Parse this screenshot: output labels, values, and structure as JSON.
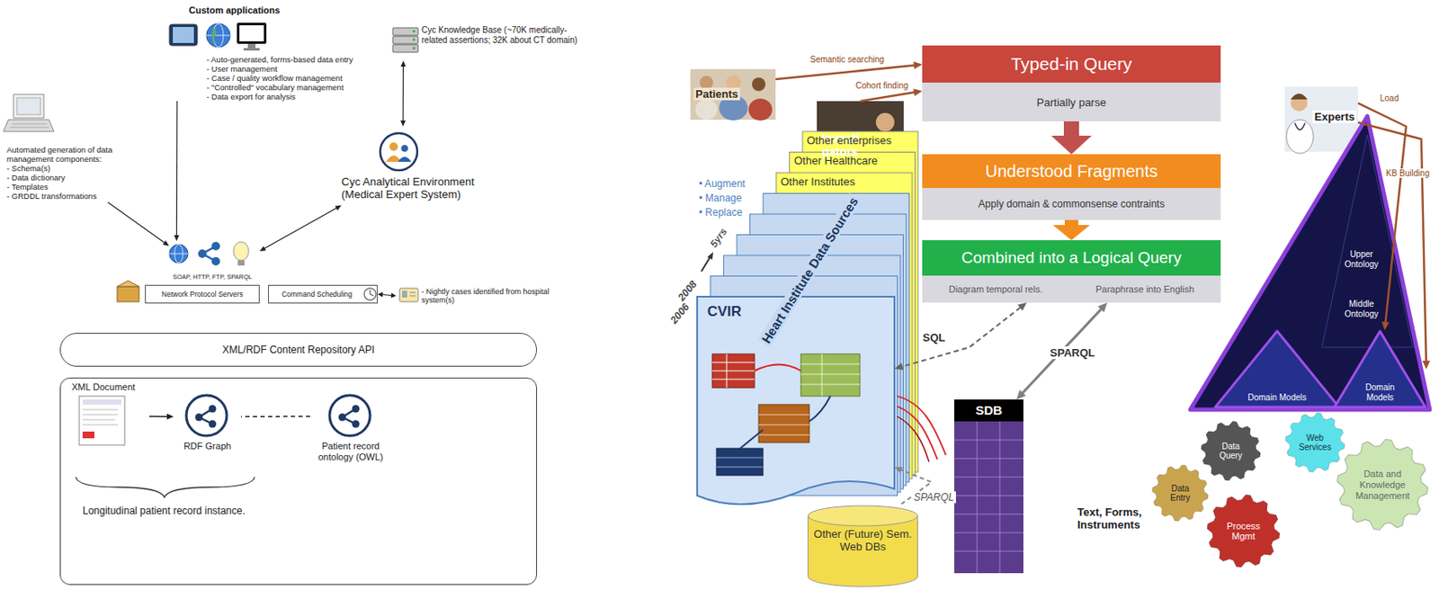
{
  "diagram": {
    "nodes": [
      {
        "text": [
          "Custom applications",
          "- Auto-generated, forms-based data entry",
          "- User management",
          "- Case / quality workflow management",
          "- \"Controlled\" vocabulary management",
          "- Data export for analysis"
        ]
      },
      {
        "text": [
          "Cyc Knowledge Base (~70K medically-related assertions; 32K about CT domain)"
        ]
      },
      {
        "text": [
          "Automated generation of data management components:",
          "- Schema(s)",
          "- Data dictionary",
          "- Templates",
          "- GRDDL transformations"
        ]
      },
      {
        "text": [
          "Cyc Analytical Environment (Medical Expert System)"
        ]
      },
      {
        "text": [
          "SOAP, HTTP, FTP, SPARQL"
        ]
      },
      {
        "text": [
          "Network Protocol Servers"
        ]
      },
      {
        "text": [
          "Command Scheduling"
        ]
      },
      {
        "text": [
          "- Nightly cases identified from hospital system(s)"
        ]
      },
      {
        "text": [
          "XML/RDF Content Repository API"
        ]
      },
      {
        "text": [
          "Longitudinal patient record instance."
        ]
      },
      {
        "text": [
          "XML Document"
        ],
        "in": 9
      },
      {
        "text": [
          "RDF Graph"
        ],
        "in": 9
      },
      {
        "text": [
          "Patient record ontology (OWL)"
        ],
        "in": 9
      },
      {
        "text": [
          "Typed-in Query",
          "Partially parse"
        ]
      },
      {
        "text": [
          "Understood Fragments",
          "Apply domain & commonsense contraints"
        ]
      },
      {
        "text": [
          "Combined into a Logical Query",
          "Diagram temporal rels.",
          "Paraphrase into English"
        ]
      },
      {
        "text": [
          "Patients"
        ]
      },
      {
        "text": [
          "Investi gators"
        ]
      },
      {
        "text": [
          "Experts"
        ]
      },
      {
        "text": [
          "Other enterprises"
        ]
      },
      {
        "text": [
          "Other Healthcare"
        ]
      },
      {
        "text": [
          "Other Institutes"
        ]
      },
      {
        "text": [
          "CVIR"
        ]
      },
      {
        "text": [
          "SDB"
        ]
      },
      {
        "text": [
          "Other (Future) Sem. Web DBs"
        ]
      },
      {
        "text": [
          "Upper Ontology"
        ]
      },
      {
        "text": [
          "Middle Ontology"
        ]
      },
      {
        "text": [
          "Domain Models"
        ]
      },
      {
        "text": [
          "Domain Models"
        ]
      },
      {
        "text": [
          "Data Query"
        ]
      },
      {
        "text": [
          "Web Services"
        ]
      },
      {
        "text": [
          "Data Entry"
        ]
      },
      {
        "text": [
          "Process Mgmt"
        ]
      },
      {
        "text": [
          "Data and Knowledge Management"
        ]
      }
    ],
    "edges": [
      {
        "from": 0,
        "to": 4,
        "arrow": "to"
      },
      {
        "from": 2,
        "to": 4,
        "arrow": "to"
      },
      {
        "from": 1,
        "to": 3,
        "arrow": "both"
      },
      {
        "from": 3,
        "to": 4,
        "arrow": "both"
      },
      {
        "from": 7,
        "to": 6,
        "arrow": "both"
      },
      {
        "from": 10,
        "to": 11,
        "arrow": "to"
      },
      {
        "from": 12,
        "to": 11,
        "arrow": "none"
      },
      {
        "from": 13,
        "to": 14,
        "arrow": "to"
      },
      {
        "from": 14,
        "to": 15,
        "arrow": "to"
      },
      {
        "from": 15,
        "to": 23,
        "arrow": "both",
        "label": "SPARQL"
      },
      {
        "from": 15,
        "to": 22,
        "arrow": "both",
        "label": "SQL"
      },
      {
        "from": 24,
        "to": 22,
        "arrow": "to",
        "label": "SPARQL"
      },
      {
        "from": 16,
        "to": 13,
        "arrow": "to",
        "label": "Semantic searching"
      },
      {
        "from": 17,
        "to": 13,
        "arrow": "to",
        "label": "Cohort finding"
      },
      {
        "from": 18,
        "to": 28,
        "arrow": "to",
        "label": "Load"
      },
      {
        "from": 18,
        "to": 28,
        "arrow": "to",
        "label": "KB Building"
      }
    ],
    "labels": [
      "• Augment",
      "• Manage",
      "• Replace",
      "5yrs",
      "2008",
      "2006",
      "Heart Institute Data Sources",
      "Text, Forms, Instruments"
    ]
  }
}
